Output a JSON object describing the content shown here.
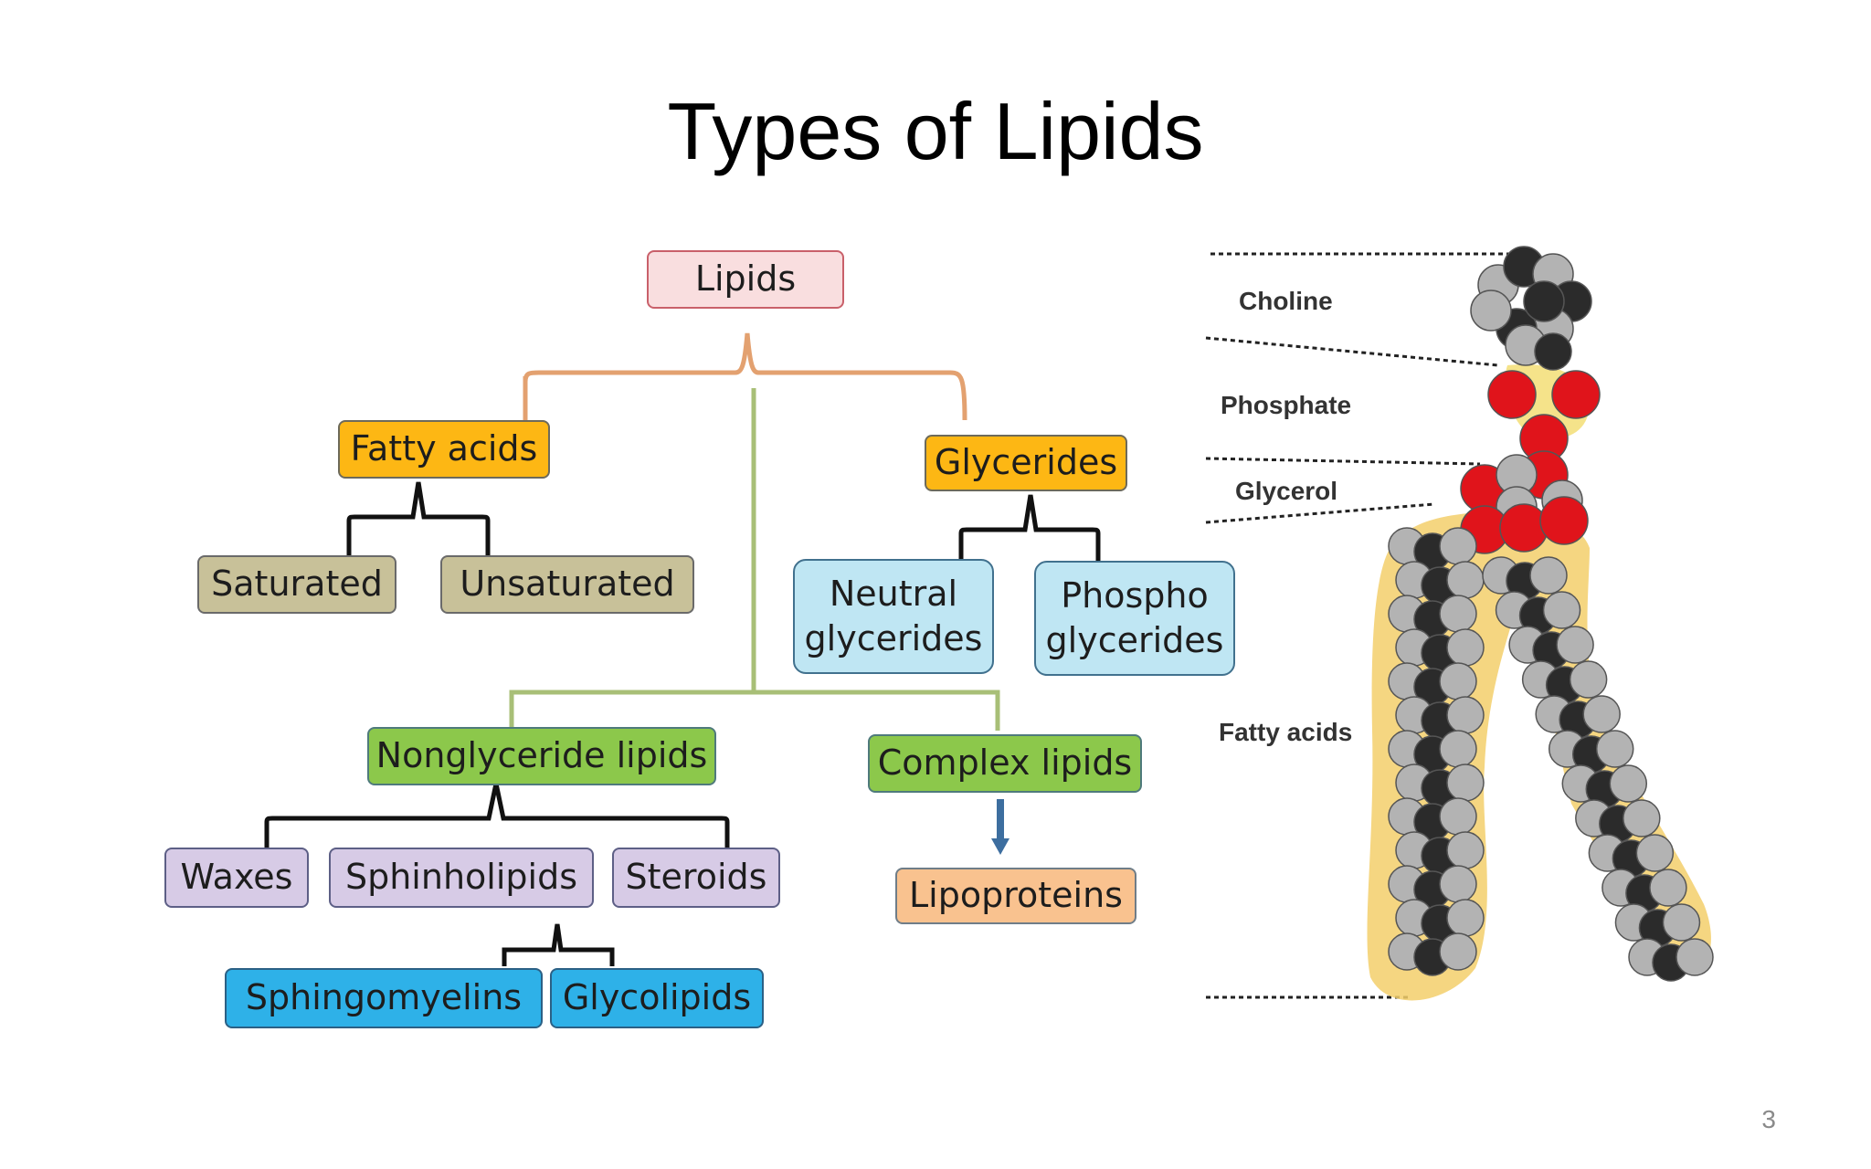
{
  "slide": {
    "title": "Types of Lipids",
    "page_number": "3"
  },
  "tree": {
    "root": "Lipids",
    "fatty_acids": "Fatty acids",
    "saturated": "Saturated",
    "unsaturated": "Unsaturated",
    "glycerides": "Glycerides",
    "neutral_glycerides": "Neutral\nglycerides",
    "phospho_glycerides": "Phospho\nglycerides",
    "nonglyceride_lipids": "Nonglyceride lipids",
    "complex_lipids": "Complex lipids",
    "waxes": "Waxes",
    "sphingolipids": "Sphinholipids",
    "steroids": "Steroids",
    "sphingomyelins": "Sphingomyelins",
    "glycolipids": "Glycolipids",
    "lipoproteins": "Lipoproteins"
  },
  "molecule": {
    "choline": "Choline",
    "phosphate": "Phosphate",
    "glycerol": "Glycerol",
    "fatty_acids": "Fatty acids"
  },
  "colors": {
    "root": "#f9dedf",
    "fatty": "#fdb714",
    "sub_fatty": "#c8c199",
    "glyceride_sub": "#bfe6f3",
    "green": "#8cc84b",
    "purple": "#d7cbe6",
    "peach": "#f9c28f",
    "blue": "#2eb1e8"
  }
}
